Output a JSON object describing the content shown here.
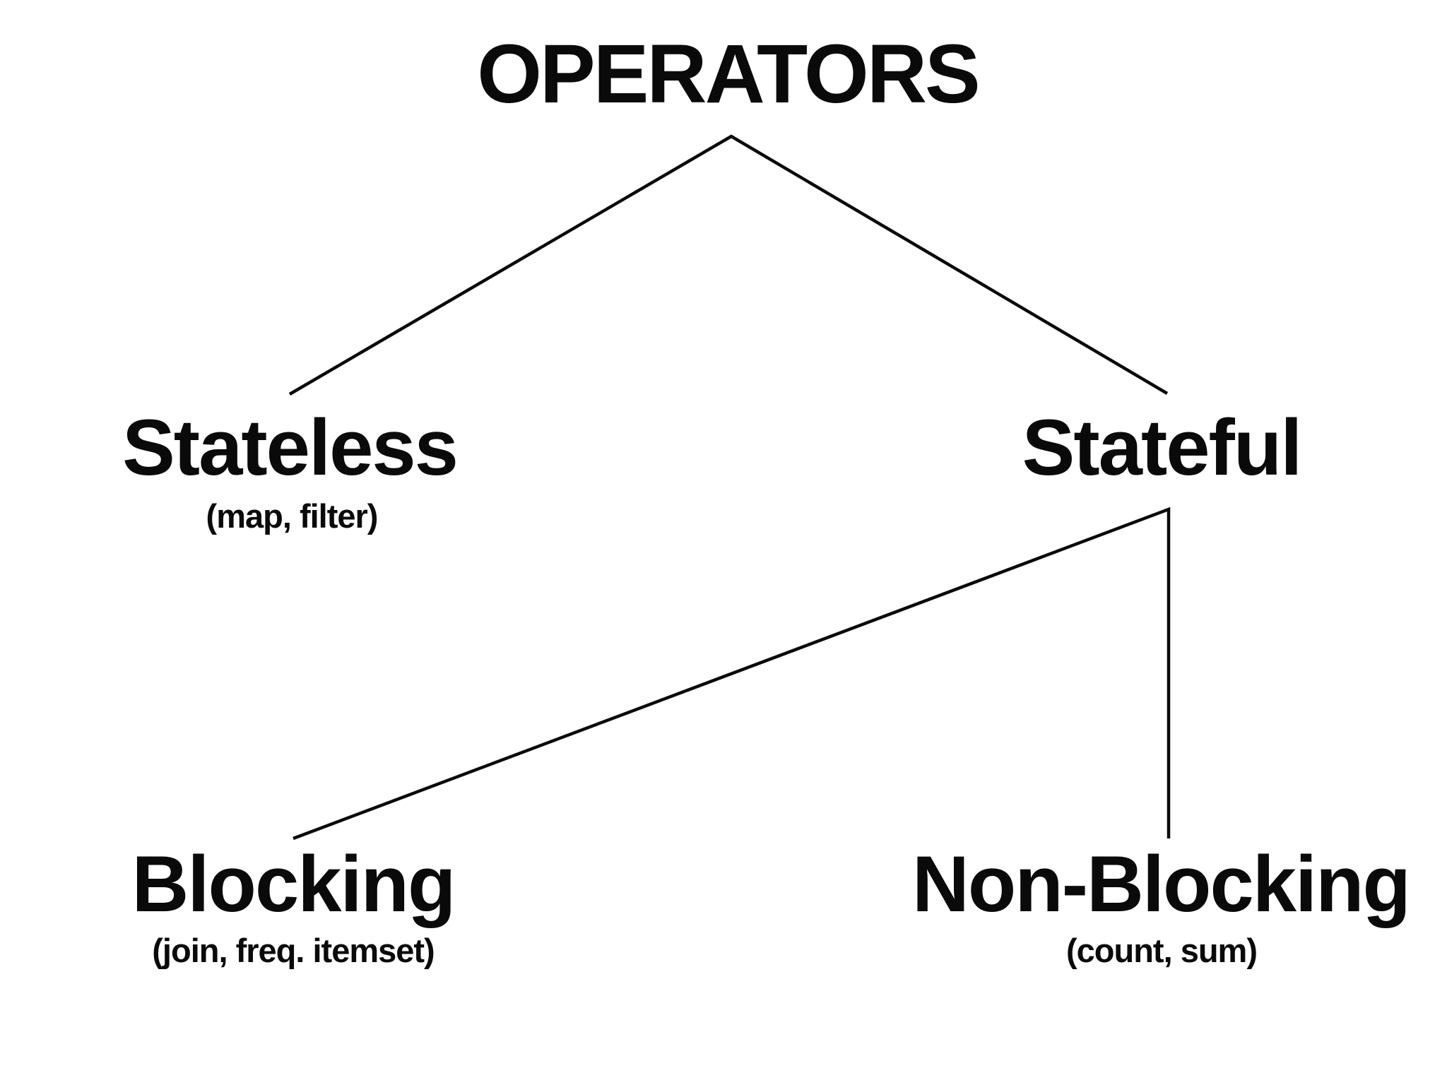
{
  "diagram": {
    "title": "OPERATORS",
    "nodes": {
      "stateless": {
        "label": "Stateless",
        "sublabel": "(map, filter)"
      },
      "stateful": {
        "label": "Stateful"
      },
      "blocking": {
        "label": "Blocking",
        "sublabel": "(join, freq. itemset)"
      },
      "non_blocking": {
        "label": "Non-Blocking",
        "sublabel": "(count, sum)"
      }
    },
    "edges": [
      {
        "from": "OPERATORS",
        "to": "Stateless"
      },
      {
        "from": "OPERATORS",
        "to": "Stateful"
      },
      {
        "from": "Stateful",
        "to": "Blocking"
      },
      {
        "from": "Stateful",
        "to": "Non-Blocking"
      }
    ],
    "colors": {
      "background": "#ffffff",
      "text": "#0a0a0a",
      "line": "#0a0a0a"
    }
  }
}
